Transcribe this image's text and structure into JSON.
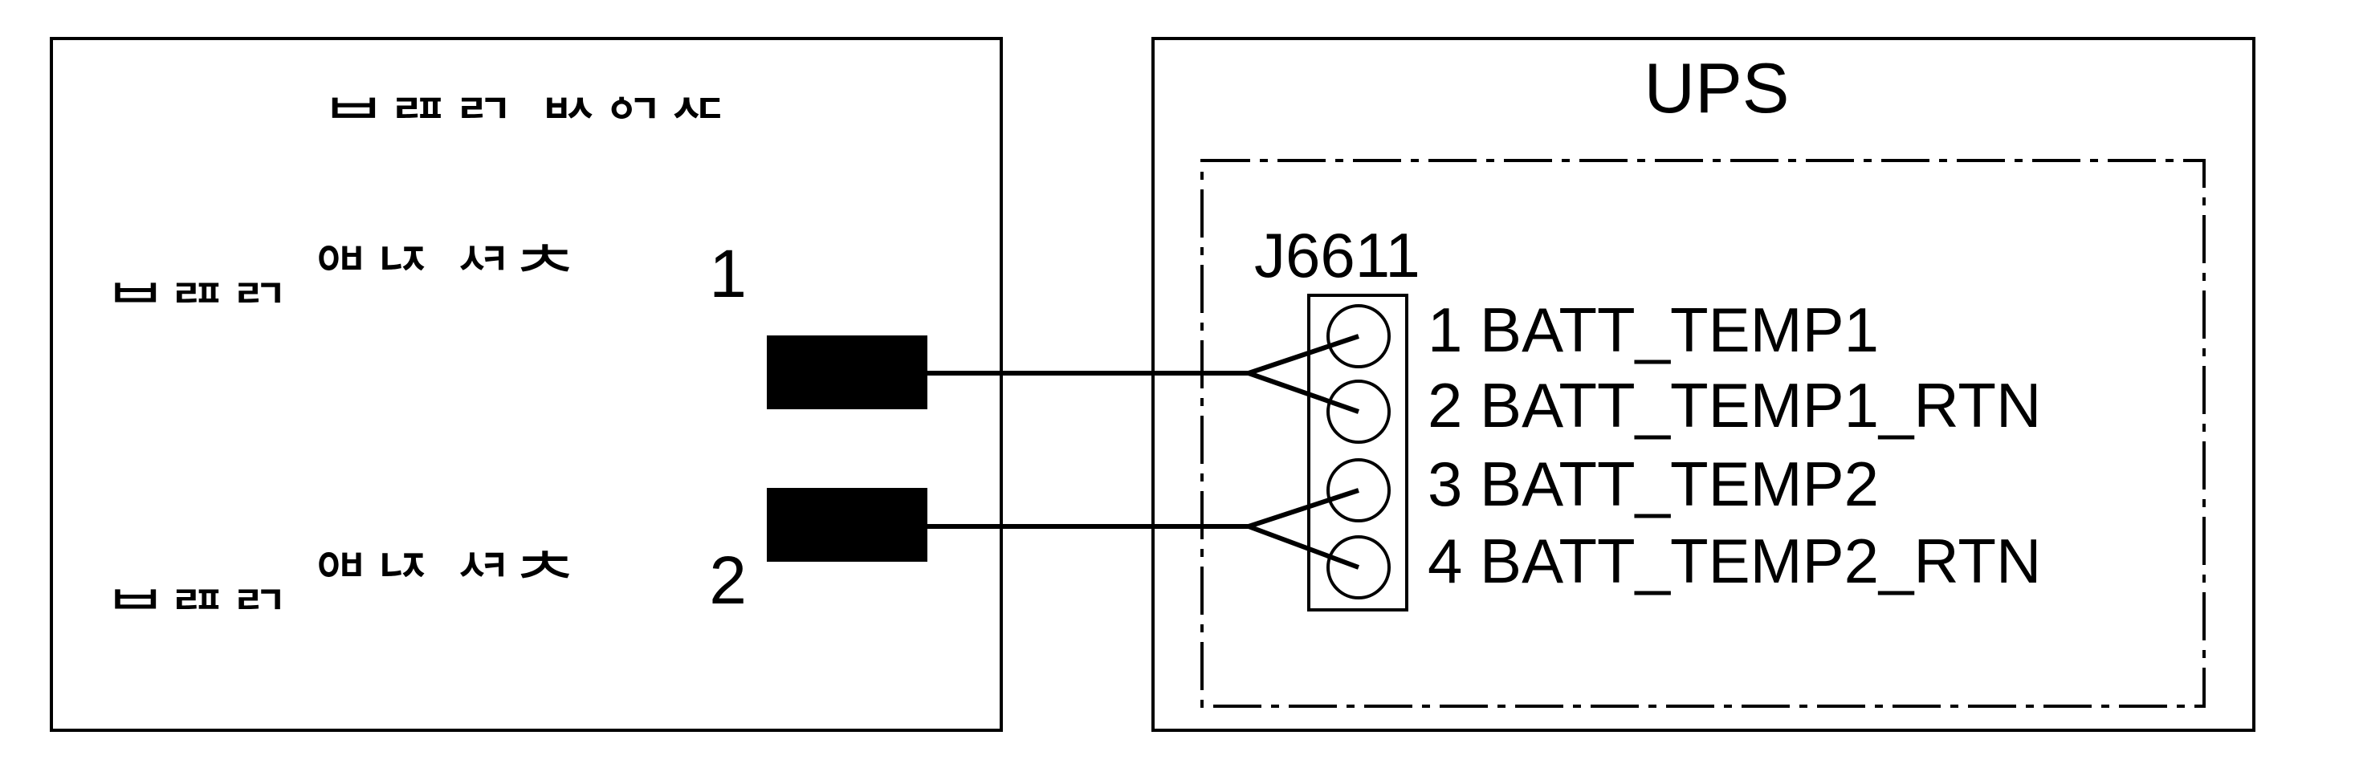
{
  "battery_cabinet": {
    "title": "ᆸᆵᆰ ᆹᇬᇨ",
    "sensor_1_label": "ᆸᆵᆰ ᅄᅜ ᄸᄎ",
    "sensor_1_number": "1",
    "sensor_2_label": "ᆸᆵᆰ ᅄᅜ ᄸᄎ",
    "sensor_2_number": "2"
  },
  "ups": {
    "title": "UPS",
    "connector": {
      "name": "J6611",
      "pins": [
        {
          "label": "1 BATT_TEMP1"
        },
        {
          "label": "2 BATT_TEMP1_RTN"
        },
        {
          "label": "3 BATT_TEMP2"
        },
        {
          "label": "4 BATT_TEMP2_RTN"
        }
      ]
    }
  }
}
